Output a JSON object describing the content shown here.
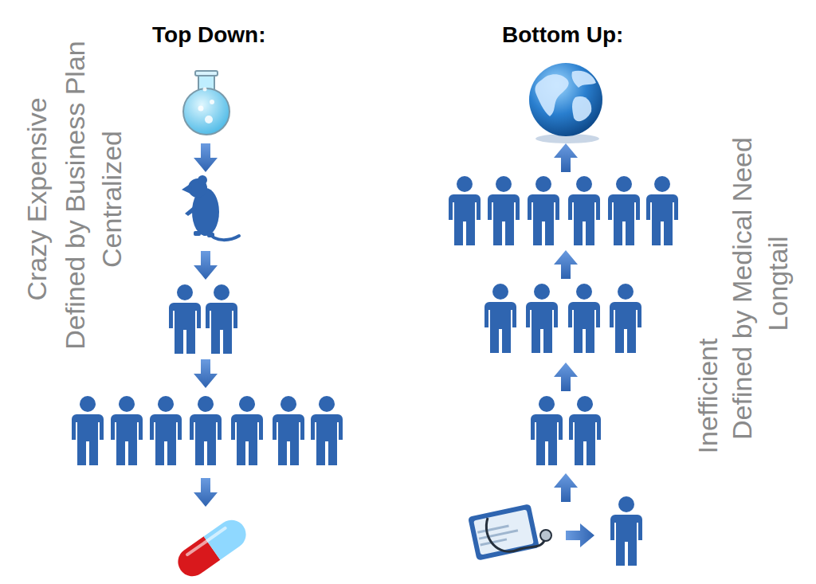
{
  "diagram": {
    "labels": [
      "Top Down:",
      "Bottom Up:",
      "Crazy Expensive",
      "Defined by Business Plan",
      "Centralized",
      "Inefficient",
      "Defined by Medical Need",
      "Longtail"
    ]
  }
}
